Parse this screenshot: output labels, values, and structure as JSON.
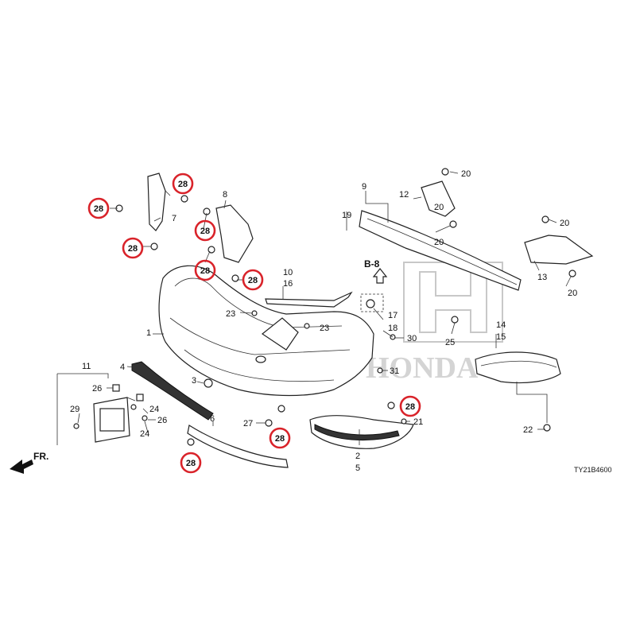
{
  "diagram": {
    "diagram_code": "TY21B4600",
    "front_indicator": "FR.",
    "section_ref": "B-8",
    "watermark_text": "HONDA",
    "highlight_color": "#d9232a",
    "labels": {
      "l1": "1",
      "l2": "2",
      "l3": "3",
      "l4": "4",
      "l5": "5",
      "l6": "6",
      "l7": "7",
      "l8": "8",
      "l9": "9",
      "l10": "10",
      "l11": "11",
      "l12": "12",
      "l13": "13",
      "l14": "14",
      "l15": "15",
      "l16": "16",
      "l17": "17",
      "l18": "18",
      "l19": "19",
      "l20a": "20",
      "l20b": "20",
      "l20c": "20",
      "l20d": "20",
      "l20e": "20",
      "l21": "21",
      "l22": "22",
      "l23a": "23",
      "l23b": "23",
      "l24a": "24",
      "l24b": "24",
      "l25": "25",
      "l26a": "26",
      "l26b": "26",
      "l27": "27",
      "l29": "29",
      "l30": "30",
      "l31": "31"
    },
    "highlighted": {
      "h1": "28",
      "h2": "28",
      "h3": "28",
      "h4": "28",
      "h5": "28",
      "h6": "28",
      "h7": "28",
      "h8": "28",
      "h9": "28"
    }
  }
}
